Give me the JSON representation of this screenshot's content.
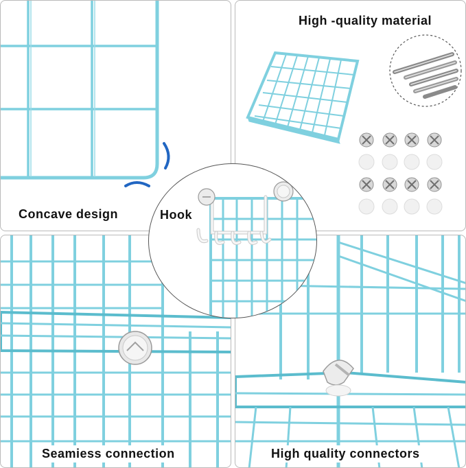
{
  "colors": {
    "wire": "#7fd0df",
    "wire_dark": "#5bbccd",
    "panel_border": "#b9b9b9",
    "connector": "#e8e8e8",
    "hook": "#f4f4f4"
  },
  "panels": {
    "concave": {
      "label": "Concave design"
    },
    "material": {
      "label": "High -quality material"
    },
    "hook": {
      "label": "Hook"
    },
    "seamless": {
      "label": "Seamiess connection"
    },
    "connectors": {
      "label": "High quality connectors"
    }
  },
  "icons": {
    "rods_magnifier": "steel-rods-zoom-icon",
    "connector_set": "connector-pieces-icon"
  }
}
